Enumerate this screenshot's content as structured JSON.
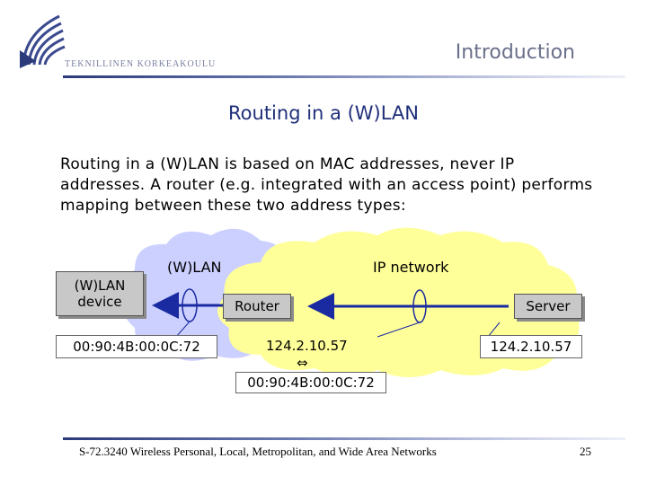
{
  "header": {
    "university_name": "TEKNILLINEN KORKEAKOULU",
    "section_title": "Introduction"
  },
  "slide": {
    "title": "Routing in a (W)LAN",
    "body": "Routing in a (W)LAN is based on MAC addresses, never IP addresses. A router (e.g. integrated with an access point) performs mapping between these two address types:"
  },
  "diagram": {
    "wlan_device": "(W)LAN device",
    "wlan_cloud_label": "(W)LAN",
    "ip_cloud_label": "IP network",
    "router_label": "Router",
    "server_label": "Server",
    "device_mac": "00:90:4B:00:0C:72",
    "router_ip": "124.2.10.57",
    "mapping_symbol": "⇔",
    "router_mac": "00:90:4B:00:0C:72",
    "server_ip": "124.2.10.57",
    "wlan_cloud_color": "#ccd0ff",
    "ip_cloud_color": "#ffff99",
    "arrow_color": "#1a2aa0"
  },
  "footer": {
    "course": "S-72.3240 Wireless Personal, Local, Metropolitan, and Wide Area Networks",
    "page_number": "25"
  }
}
